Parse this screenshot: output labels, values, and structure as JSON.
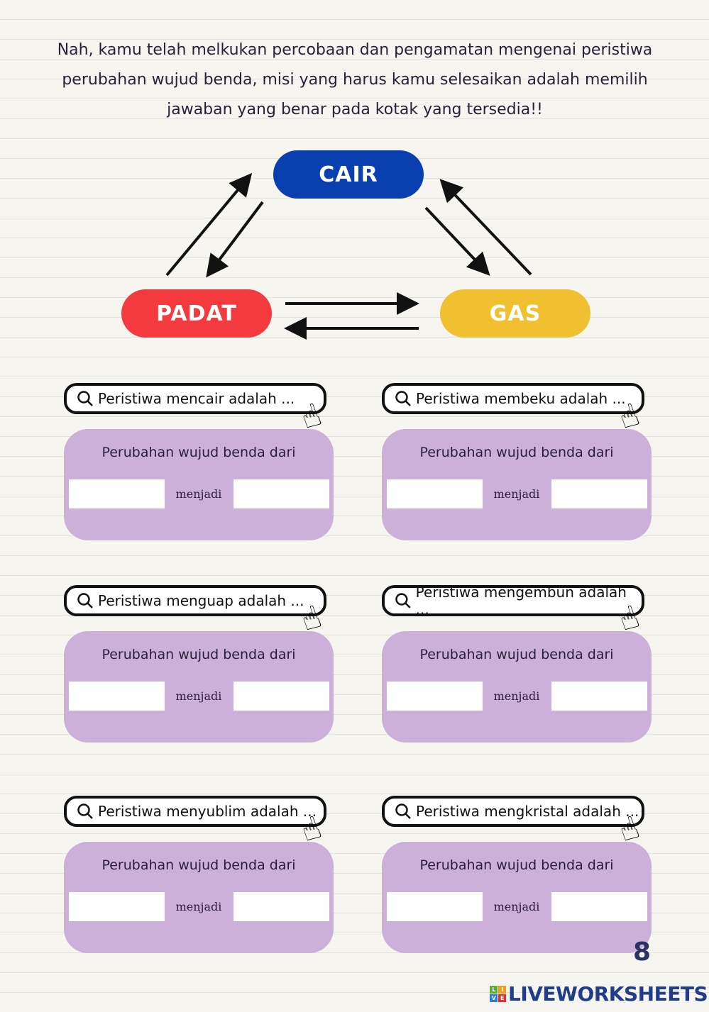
{
  "intro": "Nah, kamu telah melkukan percobaan dan pengamatan mengenai peristiwa perubahan wujud benda, misi yang harus kamu selesaikan adalah memilih jawaban yang benar pada kotak yang tersedia!!",
  "states": {
    "cair": "CAIR",
    "padat": "PADAT",
    "gas": "GAS"
  },
  "colors": {
    "cair": "#0a3fb0",
    "padat": "#f23a3f",
    "gas": "#f0c030",
    "box": "#cbb1d9"
  },
  "questions": [
    {
      "label": "Peristiwa mencair adalah ...",
      "prompt": "Perubahan wujud benda dari",
      "joiner": "menjadi",
      "from": "",
      "to": ""
    },
    {
      "label": "Peristiwa membeku adalah ...",
      "prompt": "Perubahan wujud benda dari",
      "joiner": "menjadi",
      "from": "",
      "to": ""
    },
    {
      "label": "Peristiwa menguap adalah ...",
      "prompt": "Perubahan wujud benda dari",
      "joiner": "menjadi",
      "from": "",
      "to": ""
    },
    {
      "label": "Peristiwa mengembun adalah ...",
      "prompt": "Perubahan wujud benda dari",
      "joiner": "menjadi",
      "from": "",
      "to": ""
    },
    {
      "label": "Peristiwa menyublim adalah ...",
      "prompt": "Perubahan wujud benda dari",
      "joiner": "menjadi",
      "from": "",
      "to": ""
    },
    {
      "label": "Peristiwa mengkristal adalah ...",
      "prompt": "Perubahan wujud benda dari",
      "joiner": "menjadi",
      "from": "",
      "to": ""
    }
  ],
  "page_number": "8",
  "brand": "LIVEWORKSHEETS",
  "brand_logo": [
    "L",
    "I",
    "V",
    "E"
  ]
}
